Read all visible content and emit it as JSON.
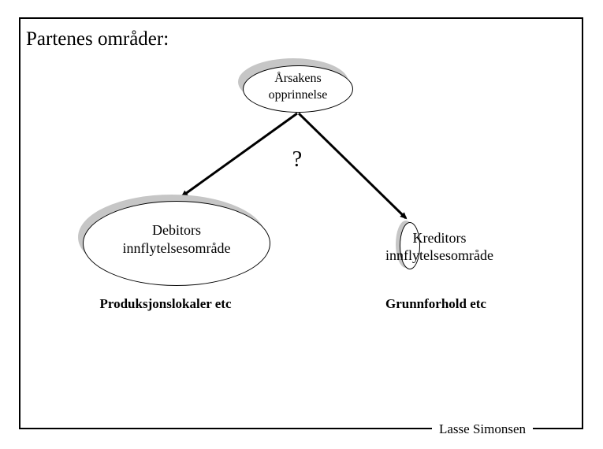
{
  "slide": {
    "title": "Partenes områder:",
    "question_mark": "?",
    "nodes": {
      "top": {
        "line1": "Årsakens",
        "line2": "opprinnelse"
      },
      "left": {
        "line1": "Debitors",
        "line2": "innflytelsesområde"
      },
      "right": {
        "line1": "Kreditors",
        "line2": "innflytelsesområde"
      }
    },
    "captions": {
      "left": "Produksjonslokaler etc",
      "right": "Grunnforhold etc"
    },
    "footer": "Lasse Simonsen",
    "colors": {
      "background": "#ffffff",
      "line": "#000000",
      "shadow": "#c6c6c6"
    }
  }
}
